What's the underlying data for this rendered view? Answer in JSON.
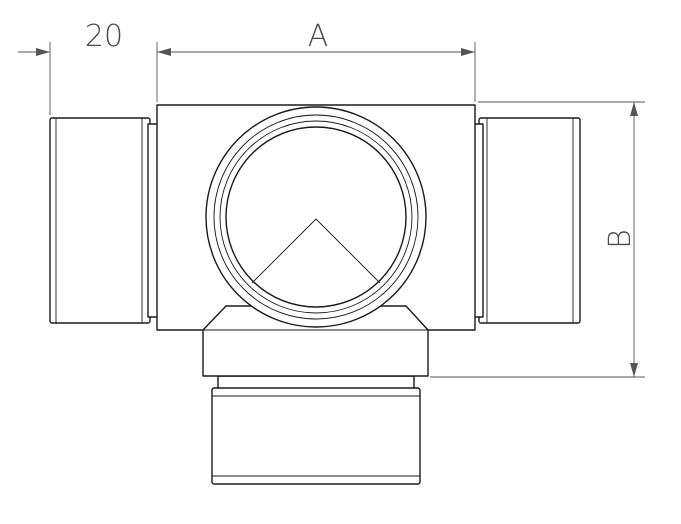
{
  "dimensions": {
    "flange_length": "20",
    "width": "A",
    "height": "B"
  },
  "colors": {
    "line": "#1a1a1a",
    "dimension": "#555555",
    "background": "#ffffff"
  }
}
